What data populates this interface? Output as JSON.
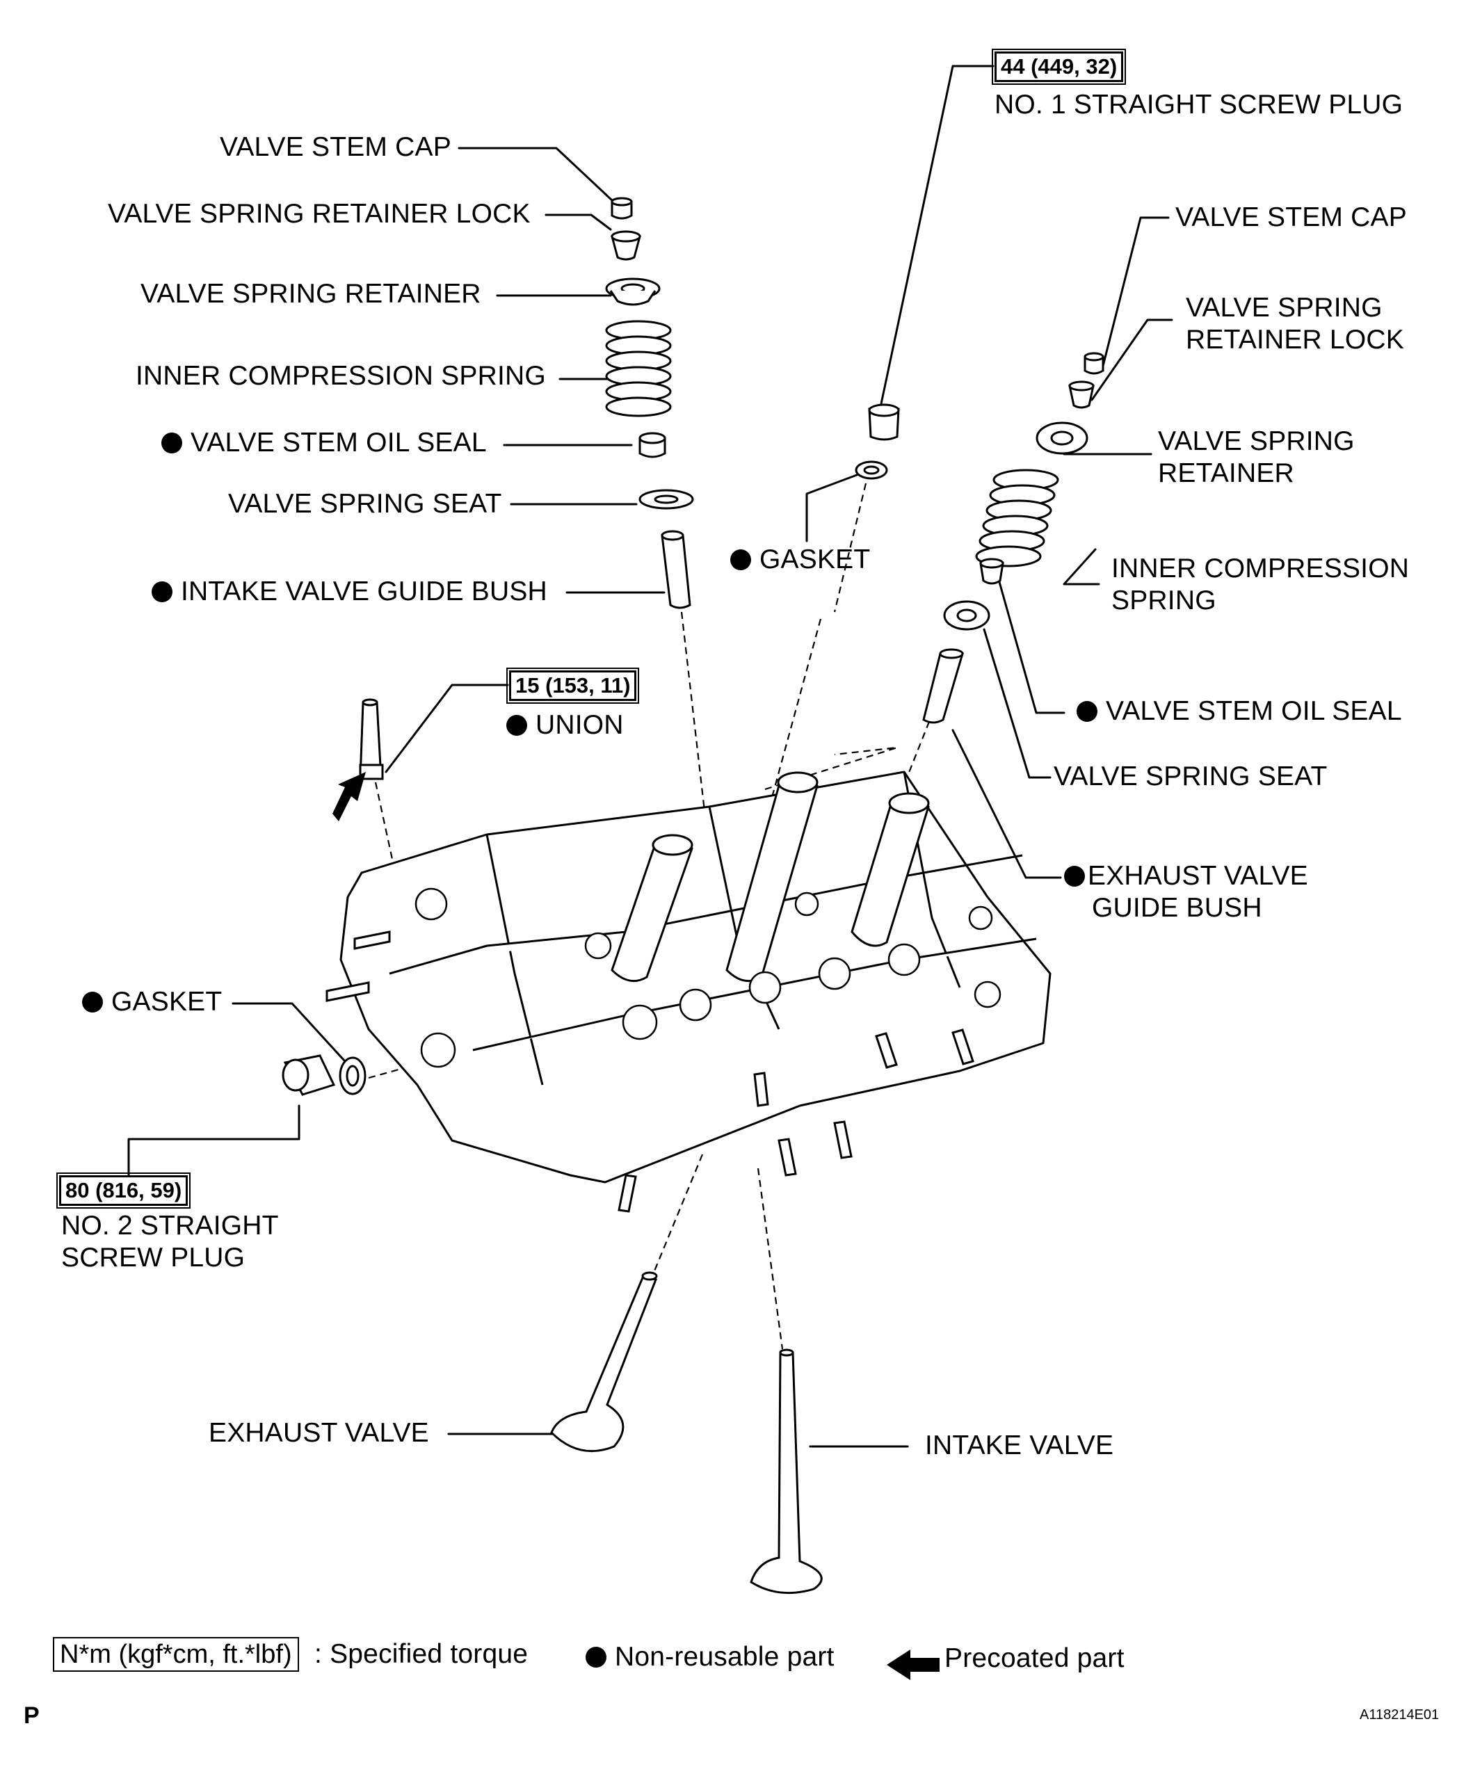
{
  "torque": {
    "plug1": "44 (449, 32)",
    "union": "15 (153, 11)",
    "plug2": "80 (816, 59)"
  },
  "labels": {
    "left_valve_stem_cap": "VALVE STEM CAP",
    "left_retainer_lock": "VALVE SPRING RETAINER LOCK",
    "left_retainer": "VALVE SPRING RETAINER",
    "left_inner_spring": "INNER COMPRESSION SPRING",
    "left_oil_seal": "VALVE STEM OIL SEAL",
    "left_spring_seat": "VALVE SPRING SEAT",
    "intake_guide_bush": "INTAKE VALVE GUIDE BUSH",
    "union": "UNION",
    "gasket_left": "GASKET",
    "plug2_line1": "NO. 2 STRAIGHT",
    "plug2_line2": "SCREW PLUG",
    "plug1": "NO. 1 STRAIGHT SCREW PLUG",
    "gasket_center": "GASKET",
    "right_valve_stem_cap": "VALVE STEM CAP",
    "right_retainer_lock_1": "VALVE SPRING",
    "right_retainer_lock_2": "RETAINER LOCK",
    "right_retainer_1": "VALVE SPRING",
    "right_retainer_2": "RETAINER",
    "right_inner_spring_1": "INNER COMPRESSION",
    "right_inner_spring_2": "SPRING",
    "right_oil_seal": "VALVE STEM OIL SEAL",
    "right_spring_seat": "VALVE SPRING SEAT",
    "exhaust_guide_1": "EXHAUST VALVE",
    "exhaust_guide_2": "GUIDE BUSH",
    "exhaust_valve": "EXHAUST VALVE",
    "intake_valve": "INTAKE VALVE"
  },
  "legend": {
    "torque_unit": "N*m (kgf*cm, ft.*lbf)",
    "torque_text": ": Specified torque",
    "nonreusable": "Non-reusable part",
    "precoated": "Precoated part"
  },
  "footer": {
    "page_mark": "P",
    "figure_id": "A118214E01"
  }
}
